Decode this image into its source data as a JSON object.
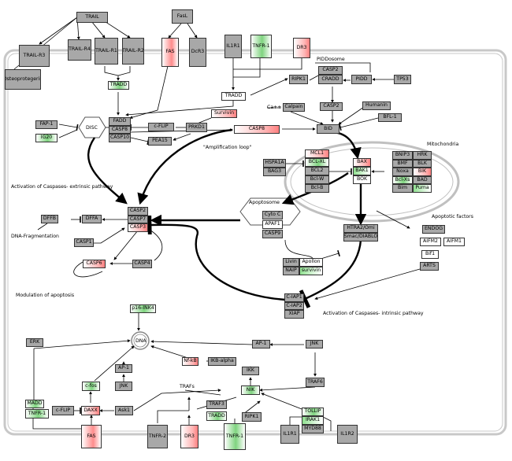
{
  "nodes": {
    "trail": "TRAIL",
    "fasl": "FasL",
    "trail_r3": "TRAIL-R3",
    "trail_r4": "TRAIL-R4",
    "trail_r1": "TRAIL-R1",
    "trail_r2": "TRAIL-R2",
    "osteoprotegerin": "Osteoprotegerin",
    "fas_top": "FAS",
    "dcr3": "DcR3",
    "il1r1_top": "IL1R1",
    "tnfr1_top": "TNFR-1",
    "dr3_top": "DR3",
    "tradd_top": "TRADD",
    "tradd_mid": "TRADD",
    "casp2_pid": "CASP2",
    "cradd": "CRADD",
    "pidd": "PIDD",
    "tp53": "TP53",
    "ripk1_top": "RIPK1",
    "calpain": "Calpain",
    "casp2_b": "CASP2",
    "humanin": "Humanin",
    "bfl1": "BFL-1",
    "fap1": "FAP-1",
    "ig20": "IG20",
    "fadd": "FADD",
    "casp8": "CASP8",
    "casp10": "CASP10",
    "survivin_top": "Survivin",
    "cflip_top": "c-FLIP",
    "prkd1": "PRKD1",
    "pea15": "PEA15",
    "casp8_mid": "CASP8",
    "bid": "BID",
    "mcl1": "MCL1",
    "bclxl": "BCL-XL",
    "bcl2": "BCL2",
    "bclw": "Bcl-W",
    "bclb": "Bcl-B",
    "hspa1a": "HSPA1A",
    "bag3": "BAG3",
    "bax": "BAX",
    "bak1": "BAK1",
    "bok": "BOK",
    "bnip3": "BNIP3",
    "hrk": "HRK",
    "bmf": "BMF",
    "blk": "BLK",
    "noxa": "Noxa",
    "bik": "BIK",
    "bclxs": "Bcl-Xs",
    "bad": "BAD",
    "bim": "Bim",
    "puma": "Puma",
    "dffb": "DFFB",
    "dffa": "DFFA",
    "casp2_e": "CASP2",
    "casp7": "CASP7",
    "casp3": "CASP3",
    "casp1": "CASP1",
    "casp6": "CASP6",
    "casp4": "CASP4",
    "cytoc": "Cyto C",
    "apaf1": "APAF1",
    "casp9": "CASP9",
    "htra2": "HTRA2/Omi",
    "smac": "Smac/DIABLO",
    "endog": "ENDOG",
    "aifm2": "AIFM2",
    "aifm1": "AIFM1",
    "bif1": "Bif1",
    "arts": "ARTS",
    "livin": "Livin",
    "apollon": "Apollon",
    "naip": "NAIP",
    "survivin_b": "survivin",
    "ciap1": "C-IAP1",
    "ciap2": "C-IAP2",
    "xiap": "XIAP",
    "p16": "p16-INK4",
    "erk": "ERK",
    "ap1": "AP-1",
    "jnk_r": "JNK",
    "nfkb": "Nf-kB",
    "ikba": "IKB-alpha",
    "ikk": "IKK",
    "ap1_b": "AP-1",
    "cfos": "c-fos",
    "jnk_l": "JNK",
    "traf6": "TRAF6",
    "madd": "MADD",
    "tnfr1_l": "TNFR-1",
    "cflip_b": "c-FLIP",
    "daxx": "DAXX",
    "ask1": "Ask1",
    "traf3": "TRAF3",
    "tradd_b": "TRADD",
    "nik": "NIK",
    "ripk1_b": "RIPK1",
    "tollip": "TOLLIP",
    "irak1": "IRAK1",
    "myd88": "MYD88",
    "fas_b": "FAS",
    "tnfr2": "TNFR-2",
    "dr3_b": "DR3",
    "tnfr1_b": "TNFR-1",
    "il1r1_b": "IL1R1",
    "il1r2": "IL1R2"
  },
  "labels": {
    "piddosome": "PIDDosome",
    "disc": "DISC",
    "dna": "DNA",
    "ca": "Ca++",
    "amplification": "\"Amplification loop\"",
    "mitochondria": "Mitochondria",
    "extrinsic": "Activation of Caspases- extrinsic pathway",
    "dna_frag": "DNA-Fragmentation",
    "apoptosome": "Apoptosome",
    "apoptotic_factors": "Apoptotic factors",
    "modulation": "Modulation of apoptosis",
    "intrinsic": "Activation of Caspases- intrinsic pathway",
    "trafs": "TRAFs"
  }
}
